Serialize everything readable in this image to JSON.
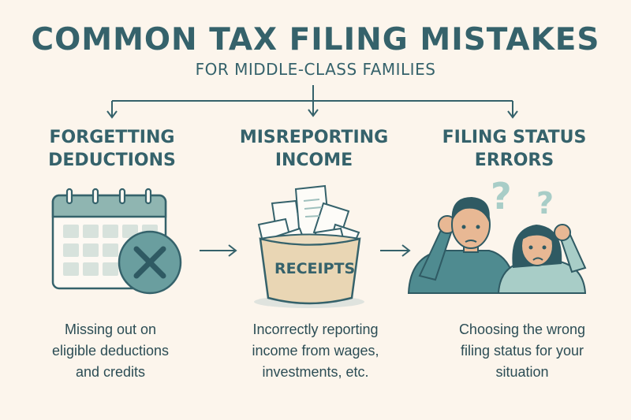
{
  "title": "COMMON TAX FILING MISTAKES",
  "subtitle": "FOR MIDDLE-CLASS FAMILIES",
  "colors": {
    "background": "#fcf5ec",
    "primary": "#35626b",
    "accent": "#5f9b9c",
    "light": "#d7e2dc",
    "skin": "#e8b894",
    "basket": "#e9d6b4"
  },
  "items": [
    {
      "heading_line1": "FORGETTING",
      "heading_line2": "DEDUCTIONS",
      "icon": "calendar-x-icon",
      "desc_line1": "Missing out on",
      "desc_line2": "eligible deductions",
      "desc_line3": "and credits"
    },
    {
      "heading_line1": "MISREPORTING",
      "heading_line2": "INCOME",
      "icon": "receipts-basket-icon",
      "basket_label": "RECEIPTS",
      "desc_line1": "Incorrectly reporting",
      "desc_line2": "income from wages,",
      "desc_line3": "investments, etc."
    },
    {
      "heading_line1": "FILING STATUS",
      "heading_line2": "ERRORS",
      "icon": "confused-couple-icon",
      "question_mark": "?",
      "desc_line1": "Choosing the wrong",
      "desc_line2": "filing status for your",
      "desc_line3": "situation"
    }
  ]
}
